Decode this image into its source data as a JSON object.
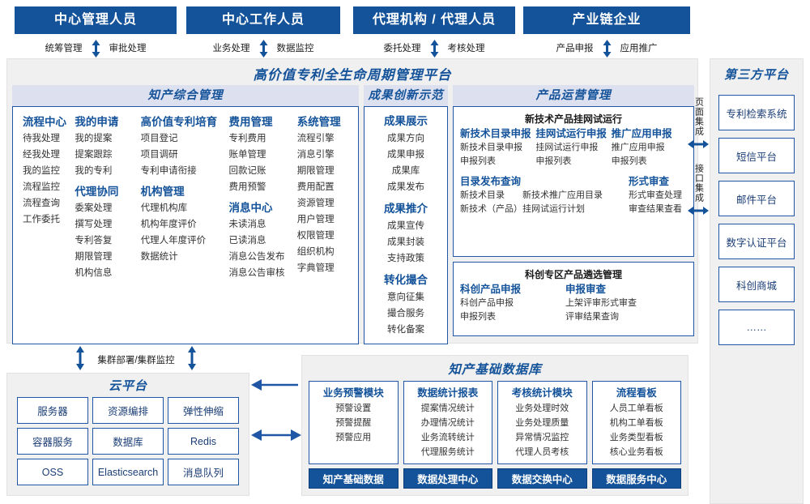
{
  "roles": [
    {
      "title": "中心管理人员",
      "left": "统筹管理",
      "right": "审批处理"
    },
    {
      "title": "中心工作人员",
      "left": "业务处理",
      "right": "数据监控"
    },
    {
      "title": "代理机构 / 代理人员",
      "left": "委托处理",
      "right": "考核处理"
    },
    {
      "title": "产业链企业",
      "left": "产品申报",
      "right": "应用推广"
    }
  ],
  "platform": {
    "title": "高价值专利全生命周期管理平台",
    "sections": {
      "comprehensive": {
        "title": "知产综合管理",
        "columns": [
          {
            "groups": [
              {
                "head": "流程中心",
                "items": [
                  "待我处理",
                  "经我处理",
                  "我的监控",
                  "流程监控",
                  "流程查询",
                  "工作委托"
                ]
              }
            ]
          },
          {
            "groups": [
              {
                "head": "我的申请",
                "items": [
                  "我的提案",
                  "提案跟踪",
                  "我的专利"
                ]
              },
              {
                "head": "代理协同",
                "items": [
                  "委案处理",
                  "撰写处理",
                  "专利答复",
                  "期限管理",
                  "机构信息"
                ]
              }
            ]
          },
          {
            "groups": [
              {
                "head": "高价值专利培育",
                "items": [
                  "项目登记",
                  "项目调研",
                  "专利申请衔接"
                ]
              },
              {
                "head": "机构管理",
                "items": [
                  "代理机构库",
                  "机构年度评价",
                  "代理人年度评价",
                  "数据统计"
                ]
              }
            ]
          },
          {
            "groups": [
              {
                "head": "费用管理",
                "items": [
                  "专利费用",
                  "账单管理",
                  "回款记账",
                  "费用预警"
                ]
              },
              {
                "head": "消息中心",
                "items": [
                  "未读消息",
                  "已读消息",
                  "消息公告发布",
                  "消息公告审核"
                ]
              }
            ]
          },
          {
            "groups": [
              {
                "head": "系统管理",
                "items": [
                  "流程引擎",
                  "消息引擎",
                  "期限管理",
                  "费用配置",
                  "资源管理",
                  "用户管理",
                  "权限管理",
                  "组织机构",
                  "字典管理"
                ]
              }
            ]
          }
        ]
      },
      "achievements": {
        "title": "成果创新示范",
        "groups": [
          {
            "head": "成果展示",
            "items": [
              "成果方向",
              "成果申报",
              "成果库",
              "成果发布"
            ]
          },
          {
            "head": "成果推介",
            "items": [
              "成果宣传",
              "成果封装",
              "支持政策"
            ]
          },
          {
            "head": "转化撮合",
            "items": [
              "意向征集",
              "撮合服务",
              "转化备案"
            ]
          }
        ]
      },
      "product_ops": {
        "title": "产品运营管理",
        "box1": {
          "title": "新技术产品挂网试运行",
          "columns": [
            {
              "head": "新技术目录申报",
              "items": [
                "新技术目录申报",
                "申报列表"
              ]
            },
            {
              "head": "挂网试运行申报",
              "items": [
                "挂网试运行申报",
                "申报列表"
              ]
            },
            {
              "head": "推广应用申报",
              "items": [
                "推广应用申报",
                "申报列表"
              ]
            }
          ],
          "row2": [
            {
              "head": "目录发布查询",
              "items": [
                "新技术目录　　新技术推广应用目录",
                "新技术（产品）挂网试运行计划"
              ]
            },
            {
              "head": "形式审查",
              "items": [
                "形式审查处理",
                "审查结果查看"
              ]
            }
          ]
        },
        "box2": {
          "title": "科创专区产品遴选管理",
          "columns": [
            {
              "head": "科创产品申报",
              "items": [
                "科创产品申报",
                "申报列表"
              ]
            },
            {
              "head": "申报审查",
              "items": [
                "上架评审形式审查",
                "评审结果查询"
              ]
            }
          ]
        }
      }
    }
  },
  "integration": {
    "page": "页面集成",
    "api": "接口集成"
  },
  "third_party": {
    "title": "第三方平台",
    "items": [
      "专利检索系统",
      "短信平台",
      "邮件平台",
      "数字认证平台",
      "科创商城",
      "……"
    ]
  },
  "cluster_label": "集群部署/集群监控",
  "cloud": {
    "title": "云平台",
    "cells": [
      "服务器",
      "资源编排",
      "弹性伸缩",
      "容器服务",
      "数据库",
      "Redis",
      "OSS",
      "Elasticsearch",
      "消息队列"
    ]
  },
  "database": {
    "title": "知产基础数据库",
    "columns": [
      {
        "head": "业务预警模块",
        "items": [
          "预警设置",
          "预警提醒",
          "预警应用"
        ],
        "foot": "知产基础数据"
      },
      {
        "head": "数据统计报表",
        "items": [
          "提案情况统计",
          "办理情况统计",
          "业务流转统计",
          "代理服务统计"
        ],
        "foot": "数据处理中心"
      },
      {
        "head": "考核统计模块",
        "items": [
          "业务处理时效",
          "业务处理质量",
          "异常情况监控",
          "代理人员考核"
        ],
        "foot": "数据交换中心"
      },
      {
        "head": "流程看板",
        "items": [
          "人员工单看板",
          "机构工单看板",
          "业务类型看板",
          "核心业务看板"
        ],
        "foot": "数据服务中心"
      }
    ]
  },
  "colors": {
    "brand_blue": "#14539A",
    "border_blue": "#1F56A5",
    "header_lavender": "#DDE0EF",
    "panel_grey": "#f0f0f0"
  }
}
